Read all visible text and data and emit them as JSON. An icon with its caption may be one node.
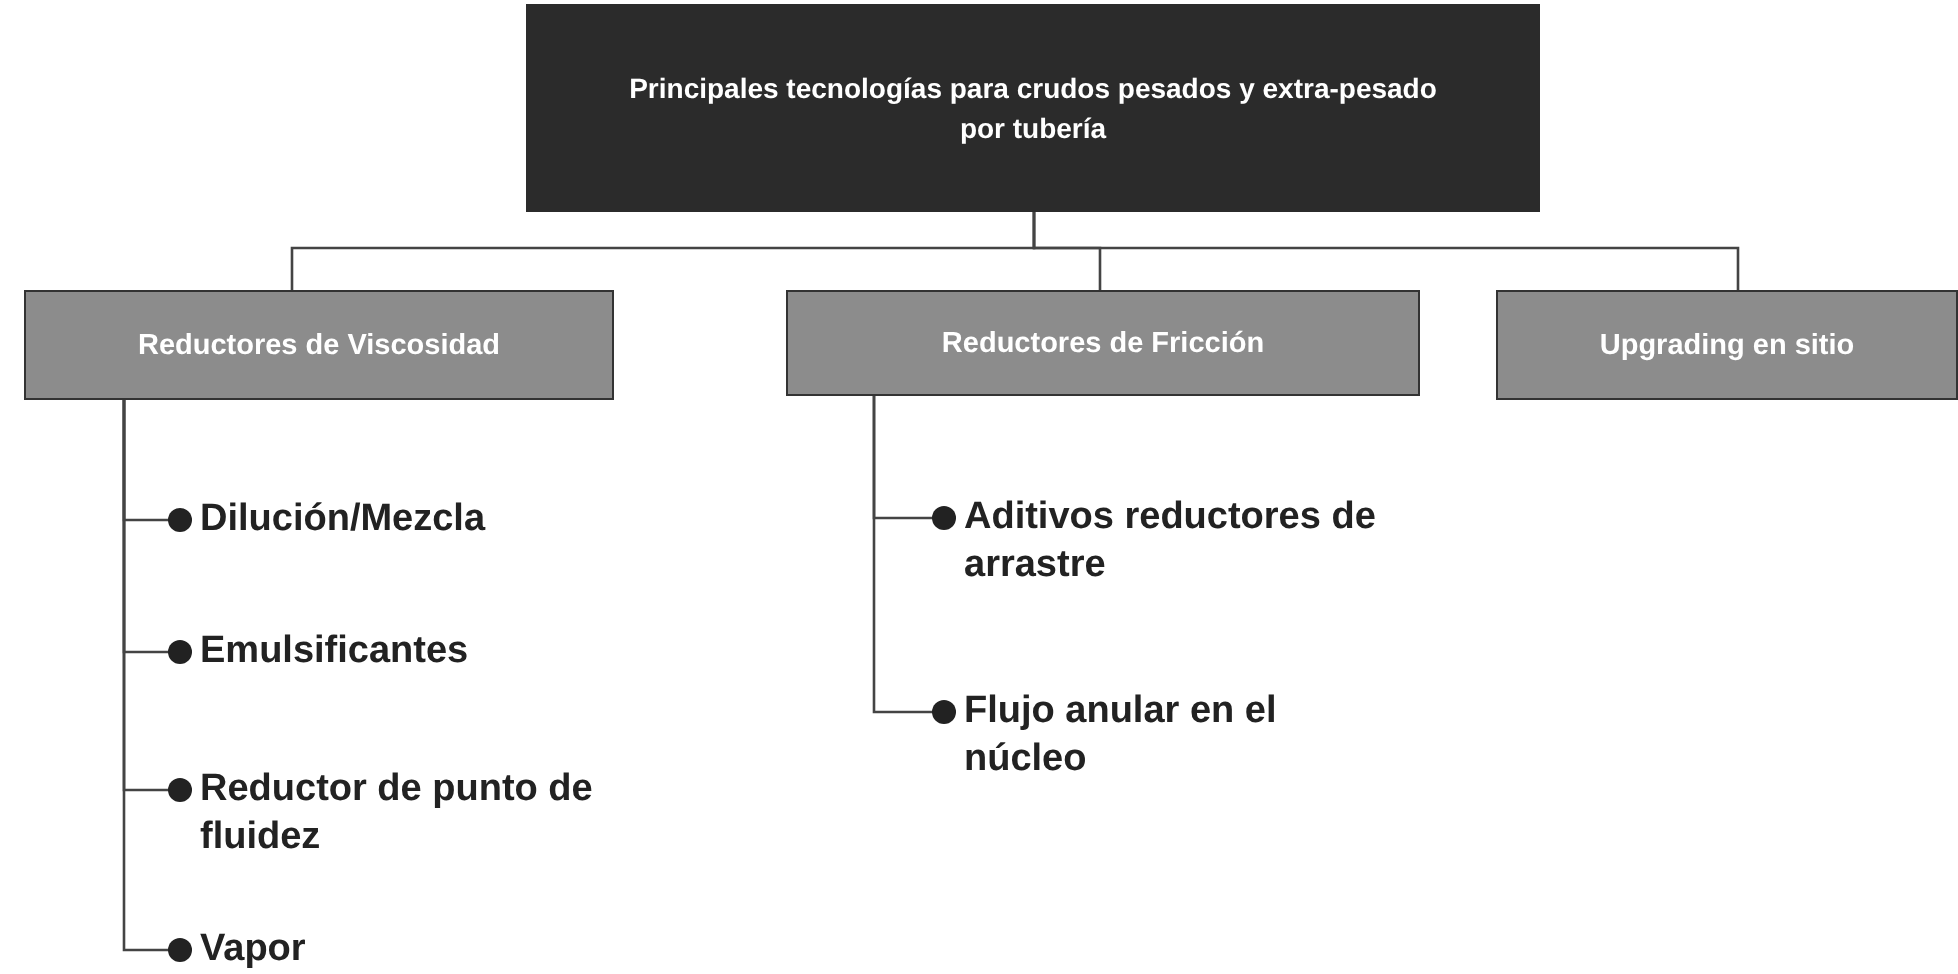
{
  "diagram": {
    "nodes": [
      {
        "text": [
          "Principales tecnologías para crudos pesados y extra-pesado por tubería"
        ]
      },
      {
        "text": [
          "Reductores de Viscosidad"
        ]
      },
      {
        "text": [
          "Reductores de Fricción"
        ]
      },
      {
        "text": [
          "Upgrading en sitio"
        ]
      },
      {
        "text": [
          "Dilución/Mezcla"
        ]
      },
      {
        "text": [
          "Emulsificantes"
        ]
      },
      {
        "text": [
          "Reductor de punto de fluidez"
        ]
      },
      {
        "text": [
          "Vapor"
        ]
      },
      {
        "text": [
          "Aditivos reductores de arrastre"
        ]
      },
      {
        "text": [
          "Flujo anular en el núcleo"
        ]
      }
    ],
    "edges": [
      {
        "from": 0,
        "to": 1,
        "arrow": "none"
      },
      {
        "from": 0,
        "to": 2,
        "arrow": "none"
      },
      {
        "from": 0,
        "to": 3,
        "arrow": "none"
      },
      {
        "from": 1,
        "to": 4,
        "arrow": "other"
      },
      {
        "from": 1,
        "to": 5,
        "arrow": "other"
      },
      {
        "from": 1,
        "to": 6,
        "arrow": "other"
      },
      {
        "from": 1,
        "to": 7,
        "arrow": "other"
      },
      {
        "from": 2,
        "to": 8,
        "arrow": "other"
      },
      {
        "from": 2,
        "to": 9,
        "arrow": "other"
      }
    ]
  }
}
